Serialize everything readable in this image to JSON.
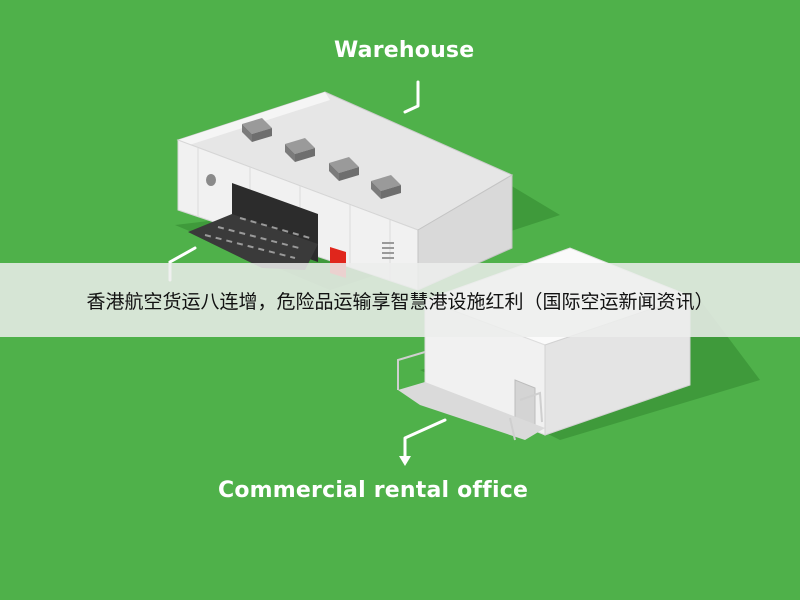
{
  "diagram": {
    "warehouse_label": "Warehouse",
    "office_label": "Commercial rental office"
  },
  "banner": {
    "text": "香港航空货运八连增，危险品运输享智慧港设施红利（国际空运新闻资讯）"
  },
  "colors": {
    "background": "#4fb14a",
    "building_light": "#f2f2f2",
    "building_shade": "#cfcfcf",
    "door_red": "#e0261c",
    "dock_dark": "#3a3a3a",
    "vent_gray": "#8c8c8c"
  },
  "icons": [
    "arrow-down-icon"
  ]
}
